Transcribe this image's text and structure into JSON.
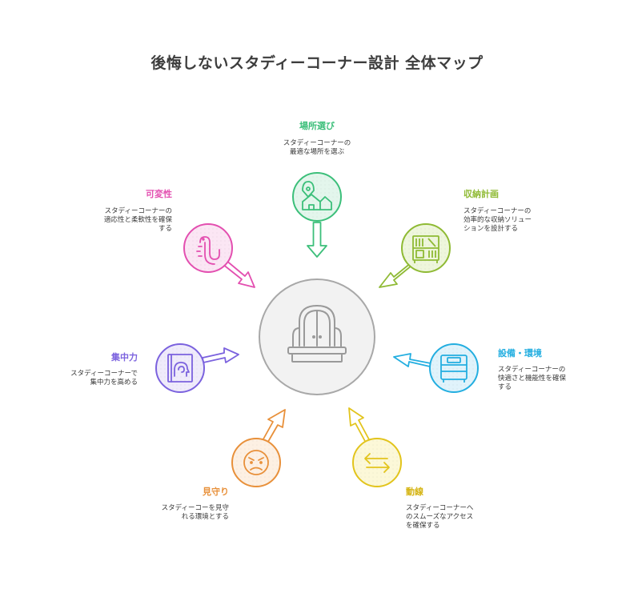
{
  "title": "後悔しないスタディーコーナー設計 全体マップ",
  "center": {
    "icon": "window-desk-icon"
  },
  "nodes": [
    {
      "id": "location",
      "label": "場所選び",
      "color": "#3cbf7a",
      "fill": "#e3f6ec",
      "icon": "house-pin-icon",
      "desc": [
        "スタディーコーナーの",
        "最適な場所を選ぶ"
      ]
    },
    {
      "id": "storage",
      "label": "収納計画",
      "color": "#8fba34",
      "fill": "#eef6dc",
      "icon": "bookshelf-icon",
      "desc": [
        "スタディーコーナーの",
        "効率的な収納ソリュー",
        "ションを設計する"
      ]
    },
    {
      "id": "equipment",
      "label": "設備・環境",
      "color": "#23aee0",
      "fill": "#e0f3fb",
      "icon": "bed-icon",
      "desc": [
        "スタディーコーナーの",
        "快適さと機能性を確保",
        "する"
      ]
    },
    {
      "id": "flow",
      "label": "動線",
      "color": "#e2c41c",
      "fill": "#fcf8d8",
      "icon": "swap-arrows-icon",
      "desc": [
        "スタディーコーナーへ",
        "のスムーズなアクセス",
        "を確保する"
      ]
    },
    {
      "id": "watch",
      "label": "見守り",
      "color": "#e8903a",
      "fill": "#fdf0e3",
      "icon": "face-icon",
      "desc": [
        "スタディーコーを見守",
        "れる環境とする"
      ]
    },
    {
      "id": "focus",
      "label": "集中力",
      "color": "#7b62de",
      "fill": "#efebfb",
      "icon": "book-head-icon",
      "desc": [
        "スタディーコーナーで",
        "集中力を高める"
      ]
    },
    {
      "id": "flex",
      "label": "可変性",
      "color": "#e34fb0",
      "fill": "#fbe6f4",
      "icon": "worm-icon",
      "desc": [
        "スタディーコーナーの",
        "適応性と柔軟性を確保",
        "する"
      ]
    }
  ]
}
